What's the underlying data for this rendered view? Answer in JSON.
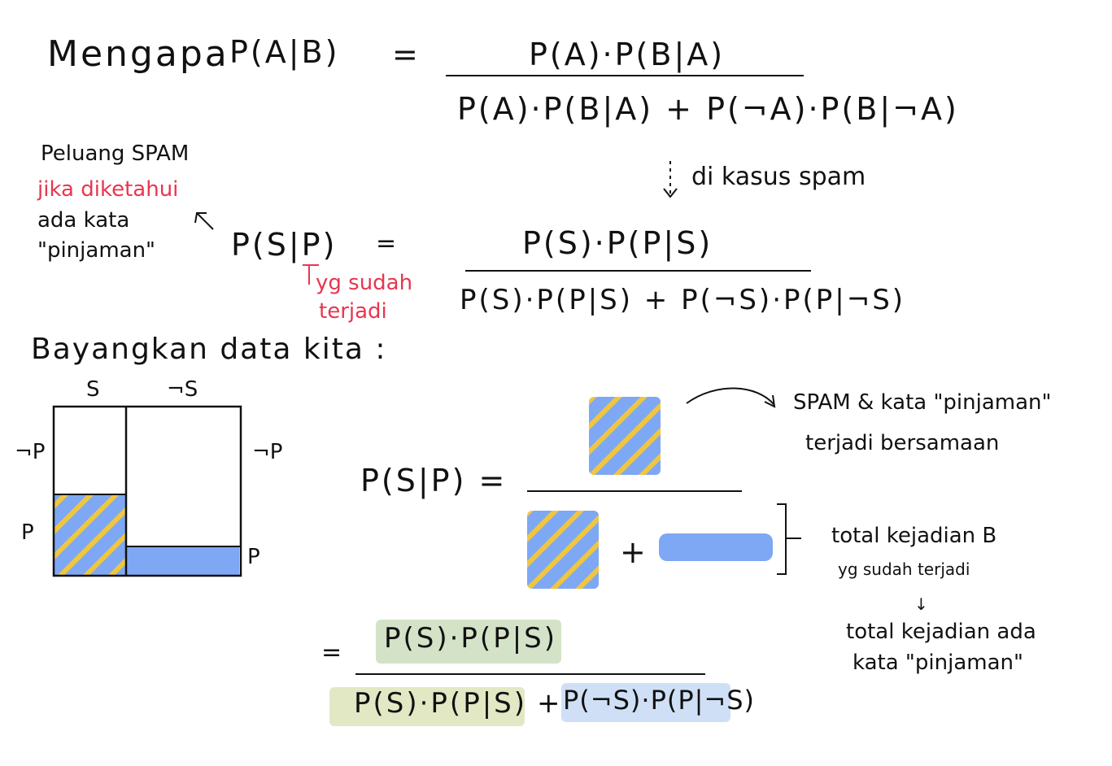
{
  "title": {
    "word": "Mengapa",
    "lhs": "P(A|B)",
    "equals": "="
  },
  "bayes": {
    "numerator": "P(A)·P(B|A)",
    "denominator": "P(A)·P(B|A) + P(¬A)·P(B|¬A)"
  },
  "note_left": {
    "line1": "Peluang SPAM",
    "line2": "jika diketahui",
    "line3": "ada kata",
    "line4": "\"pinjaman\""
  },
  "case_label": "di kasus spam",
  "spam_formula": {
    "lhs": "P(S|P)",
    "equals": "=",
    "numerator": "P(S)·P(P|S)",
    "denominator": "P(S)·P(P|S) + P(¬S)·P(P|¬S)"
  },
  "given_note": {
    "line1": "yg sudah",
    "line2": "terjadi"
  },
  "data_heading": "Bayangkan data kita :",
  "grid": {
    "col_s": "S",
    "col_not_s": "¬S",
    "row_left_top": "¬P",
    "row_left_bottom": "P",
    "row_right_top": "¬P",
    "row_right_bottom": "P"
  },
  "visual_formula": {
    "lhs": "P(S|P) =",
    "plus": "+"
  },
  "joint_note": {
    "line1": "SPAM & kata \"pinjaman\"",
    "line2": "terjadi bersamaan"
  },
  "total_note": {
    "line1": "total kejadian B",
    "line2": "yg sudah terjadi",
    "arrow": "↓",
    "line3": "total kejadian ada",
    "line4": "kata \"pinjaman\""
  },
  "final_formula": {
    "equals": "=",
    "numerator": "P(S)·P(P|S)",
    "denominator_a": "P(S)·P(P|S)",
    "denominator_plus": "+",
    "denominator_b": "P(¬S)·P(P|¬S)"
  },
  "colors": {
    "blue": "#7ea8f4",
    "stripe": "#f0c640",
    "red": "#e8364f",
    "hl_green": "#d4e3c8",
    "hl_blue": "#cfe0f6",
    "hl_yellow": "#efeac0"
  }
}
